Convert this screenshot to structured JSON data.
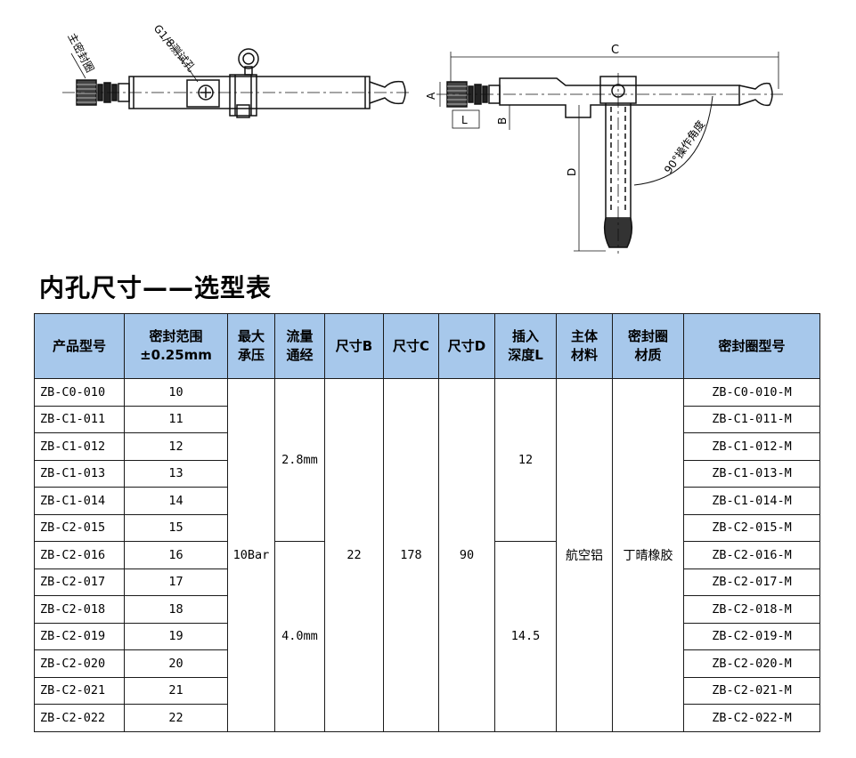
{
  "drawing": {
    "left_labels": {
      "seal": "主密封圈",
      "test_hole": "G1/8测试孔"
    },
    "right_labels": {
      "c": "C",
      "a": "A",
      "l": "L",
      "b": "B",
      "d": "D",
      "angle": "90°操作角度"
    }
  },
  "title": "内孔尺寸——选型表",
  "table": {
    "headers": [
      [
        "产品型号"
      ],
      [
        "密封范围",
        "±0.25mm"
      ],
      [
        "最大",
        "承压"
      ],
      [
        "流量",
        "通经"
      ],
      [
        "尺寸B"
      ],
      [
        "尺寸C"
      ],
      [
        "尺寸D"
      ],
      [
        "插入",
        "深度L"
      ],
      [
        "主体",
        "材料"
      ],
      [
        "密封圈",
        "材质"
      ],
      [
        "密封圈型号"
      ]
    ],
    "rows": [
      {
        "model": "ZB-C0-010",
        "range": "10",
        "seal_model": "ZB-C0-010-M"
      },
      {
        "model": "ZB-C1-011",
        "range": "11",
        "seal_model": "ZB-C1-011-M"
      },
      {
        "model": "ZB-C1-012",
        "range": "12",
        "seal_model": "ZB-C1-012-M"
      },
      {
        "model": "ZB-C1-013",
        "range": "13",
        "seal_model": "ZB-C1-013-M"
      },
      {
        "model": "ZB-C1-014",
        "range": "14",
        "seal_model": "ZB-C1-014-M"
      },
      {
        "model": "ZB-C2-015",
        "range": "15",
        "seal_model": "ZB-C2-015-M"
      },
      {
        "model": "ZB-C2-016",
        "range": "16",
        "seal_model": "ZB-C2-016-M"
      },
      {
        "model": "ZB-C2-017",
        "range": "17",
        "seal_model": "ZB-C2-017-M"
      },
      {
        "model": "ZB-C2-018",
        "range": "18",
        "seal_model": "ZB-C2-018-M"
      },
      {
        "model": "ZB-C2-019",
        "range": "19",
        "seal_model": "ZB-C2-019-M"
      },
      {
        "model": "ZB-C2-020",
        "range": "20",
        "seal_model": "ZB-C2-020-M"
      },
      {
        "model": "ZB-C2-021",
        "range": "21",
        "seal_model": "ZB-C2-021-M"
      },
      {
        "model": "ZB-C2-022",
        "range": "22",
        "seal_model": "ZB-C2-022-M"
      }
    ],
    "merged": {
      "pressure": "10Bar",
      "flow_a": "2.8mm",
      "flow_b": "4.0mm",
      "size_b": "22",
      "size_c": "178",
      "size_d": "90",
      "depth_a": "12",
      "depth_b": "14.5",
      "body_material": "航空铝",
      "seal_material": "丁晴橡胶"
    }
  }
}
